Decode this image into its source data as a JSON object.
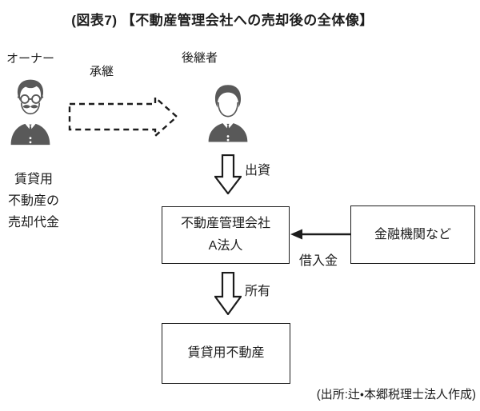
{
  "title": "(図表7) 【不動産管理会社への売却後の全体像】",
  "actors": {
    "owner": {
      "label": "オーナー"
    },
    "successor": {
      "label": "後継者"
    }
  },
  "flows": {
    "succession": {
      "label": "承継"
    },
    "investment": {
      "label": "出資"
    },
    "loan": {
      "label": "借入金"
    },
    "ownership": {
      "label": "所有"
    }
  },
  "notes": {
    "proceeds": {
      "lines": [
        "賃貸用",
        "不動産の",
        "売却代金"
      ]
    }
  },
  "boxes": {
    "company": {
      "lines": [
        "不動産管理会社",
        "A法人"
      ]
    },
    "bank": {
      "label": "金融機関など"
    },
    "property": {
      "label": "賃貸用不動産"
    }
  },
  "footer": {
    "source": "(出所:辻・本郷税理士法人作成)"
  },
  "icons": {
    "owner": "elder-businessman-icon",
    "successor": "young-businessman-icon",
    "succession_arrow": "dashed-block-right-arrow-icon",
    "investment_arrow": "hollow-down-arrow-icon",
    "ownership_arrow": "hollow-down-arrow-icon",
    "loan_arrow": "solid-left-arrow-icon"
  },
  "colors": {
    "icon_gray": "#595959",
    "line_black": "#1c1c1c",
    "background": "#ffffff"
  }
}
